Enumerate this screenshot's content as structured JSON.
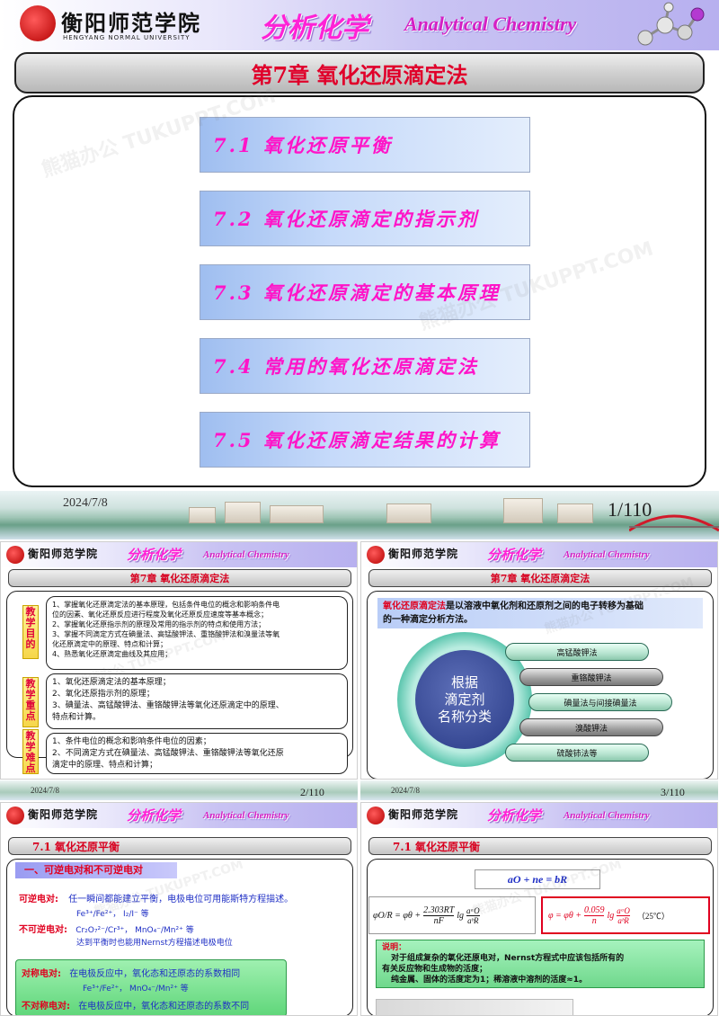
{
  "header": {
    "school_cn": "衡阳师范学院",
    "school_en": "HENGYANG NORMAL UNIVERSITY",
    "course_cn": "分析化学",
    "course_en": "Analytical Chemistry"
  },
  "chapter_title": "第7章  氧化还原滴定法",
  "toc": [
    "7.1 氧化还原平衡",
    "7.2 氧化还原滴定的指示剂",
    "7.3 氧化还原滴定的基本原理",
    "7.4 常用的氧化还原滴定法",
    "7.5 氧化还原滴定结果的计算"
  ],
  "slide1": {
    "date": "2024/7/8",
    "page": "1/110"
  },
  "slide2": {
    "date": "2024/7/8",
    "page": "2/110",
    "goals_label": "教学目的",
    "goals": [
      "1、掌握氧化还原滴定法的基本原理，包括条件电位的概念和影响条件电",
      "位的因素、氧化还原反应进行程度及氧化还原反应速度等基本概念；",
      "2、掌握氧化还原指示剂的原理及常用的指示剂的特点和使用方法；",
      "3、掌握不同滴定方式在碘量法、高锰酸钾法、重铬酸钾法和溴量法等氧",
      "化还原滴定中的原理、特点和计算；",
      "4、熟悉氧化还原滴定曲线及其应用；"
    ],
    "focus_label": "教学重点",
    "focus": [
      "1、氧化还原滴定法的基本原理；",
      "2、氧化还原指示剂的原理；",
      "3、碘量法、高锰酸钾法、重铬酸钾法等氧化还原滴定中的原理、",
      "特点和计算。"
    ],
    "difficulty_label": "教学难点",
    "difficulty": [
      "1、条件电位的概念和影响条件电位的因素；",
      "2、不同滴定方式在碘量法、高锰酸钾法、重铬酸钾法等氧化还原",
      "滴定中的原理、特点和计算；"
    ]
  },
  "slide3": {
    "date": "2024/7/8",
    "page": "3/110",
    "definition_term": "氧化还原滴定法",
    "definition_rest": "是以溶液中氧化剂和还原剂之间的电子转移为基础",
    "definition_line2": "的一种滴定分析方法。",
    "circle_text": [
      "根据",
      "滴定剂",
      "名称分类"
    ],
    "methods": [
      "高锰酸钾法",
      "重铬酸钾法",
      "碘量法与间接碘量法",
      "溴酸钾法",
      "硫酸铈法等"
    ]
  },
  "slide4": {
    "section_title": "7.1  氧化还原平衡",
    "subheading": "一、可逆电对和不可逆电对",
    "reversible_label": "可逆电对:",
    "reversible_text": "任一瞬间都能建立平衡，电极电位可用能斯特方程描述。",
    "reversible_examples": "Fe³⁺/Fe²⁺，  I₂/I⁻  等",
    "irreversible_label": "不可逆电对:",
    "irreversible_examples": "Cr₂O₇²⁻/Cr³⁺，  MnO₄⁻/Mn²⁺  等",
    "irreversible_text": "达到平衡时也能用Nernst方程描述电极电位",
    "symmetric_label": "对称电对:",
    "symmetric_text": "在电极反应中，氧化态和还原态的系数相同",
    "symmetric_examples": "Fe³⁺/Fe²⁺，  MnO₄⁻/Mn²⁺ 等",
    "asymmetric_label": "不对称电对:",
    "asymmetric_text": "在电极反应中，氧化态和还原态的系数不同"
  },
  "slide5": {
    "section_title": "7.1  氧化还原平衡",
    "reaction": "aO  +  ne  =  bR",
    "eq1_lhs": "φO/R = φθ +",
    "eq1_num": "2.303RT",
    "eq1_den": "nF",
    "eq1_log": "lg",
    "eq2_lhs": "φ = φθ +",
    "eq2_num": "0.059",
    "eq2_den": "n",
    "eq2_log": "lg",
    "eq2_cond": "（25℃）",
    "activity_ox": "aᵃO",
    "activity_red": "aᵇR",
    "note_label": "说明：",
    "note_lines": [
      "对于组成复杂的氧化还原电对，Nernst方程式中应该包括所有的",
      "有关反应物和生成物的活度；",
      "纯金属、固体的活度定为1；稀溶液中溶剂的活度≈1。"
    ]
  },
  "watermark": "熊猫办公 TUKUPPT.COM",
  "colors": {
    "title_red": "#e0002a",
    "toc_magenta": "#ff14c8",
    "course_magenta": "#ff22d6",
    "toc_blue": "#c6dafa"
  }
}
